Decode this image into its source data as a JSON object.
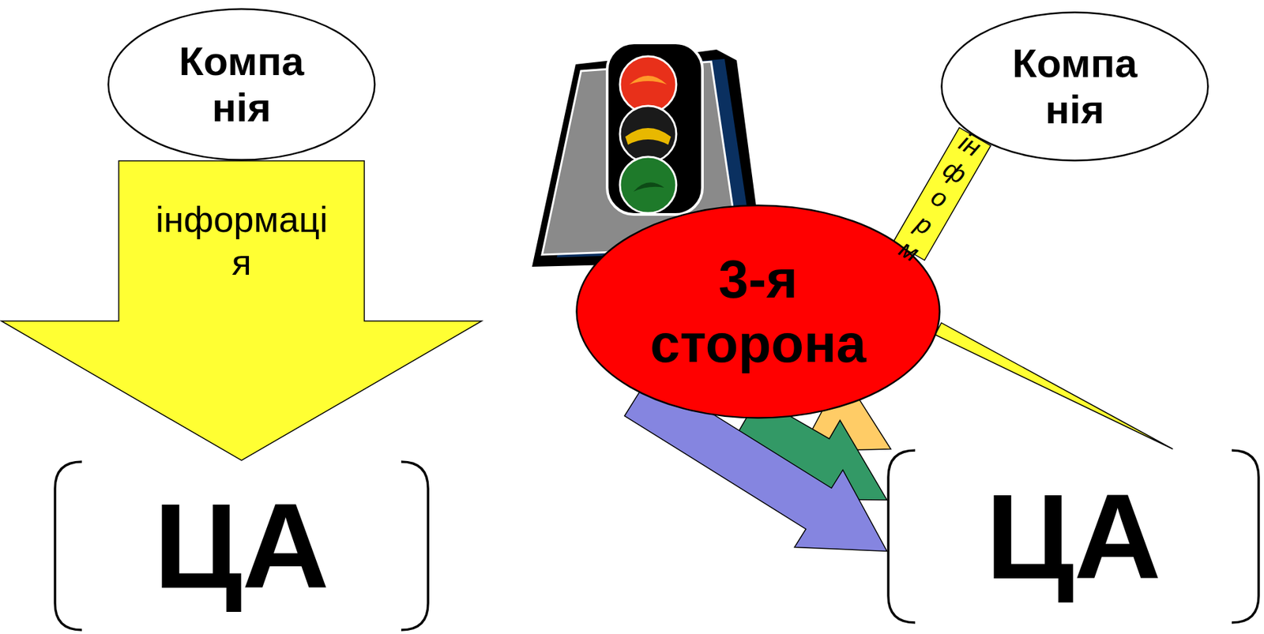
{
  "diagram": {
    "nodes": [
      {
        "text": [
          "Компа нія"
        ]
      },
      {
        "text": [
          "ЦА"
        ]
      },
      {
        "text": [
          "Компа нія"
        ]
      },
      {
        "text": [
          "3-я сторона"
        ]
      },
      {
        "text": [
          "ЦА"
        ]
      }
    ],
    "edges": [
      {
        "from": 0,
        "to": 1,
        "arrow": "to",
        "label": "інформаці я"
      },
      {
        "from": 2,
        "to": 3,
        "arrow": "none",
        "label": "інформ"
      },
      {
        "from": 3,
        "to": 4,
        "arrow": "none"
      },
      {
        "from": 3,
        "to": 4,
        "arrow": "to"
      },
      {
        "from": 3,
        "to": 4,
        "arrow": "to"
      },
      {
        "from": 3,
        "to": 4,
        "arrow": "to"
      }
    ]
  }
}
